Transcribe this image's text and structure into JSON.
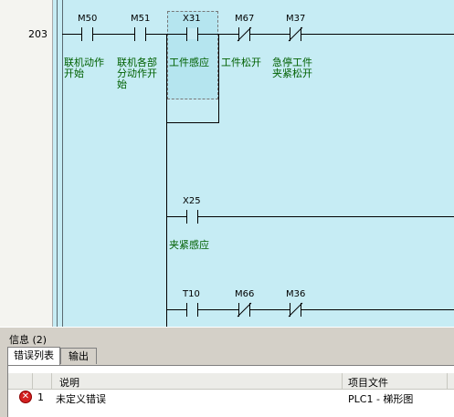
{
  "ladder": {
    "row_number": "203",
    "rung1": {
      "contacts": [
        {
          "address": "M50",
          "type": "no",
          "comment_lines": [
            "联机动作",
            "开始"
          ]
        },
        {
          "address": "M51",
          "type": "no",
          "comment_lines": [
            "联机各部",
            "分动作开",
            "始"
          ]
        },
        {
          "address": "X31",
          "type": "no",
          "comment_lines": [
            "工件感应"
          ]
        },
        {
          "address": "M67",
          "type": "nc",
          "comment_lines": [
            "工件松开"
          ]
        },
        {
          "address": "M37",
          "type": "nc",
          "comment_lines": [
            "急停工件",
            "夹紧松开"
          ]
        }
      ]
    },
    "rung2": {
      "contacts": [
        {
          "address": "X25",
          "type": "no",
          "comment_lines": [
            "夹紧感应"
          ]
        }
      ]
    },
    "rung3": {
      "contacts": [
        {
          "address": "T10",
          "type": "no",
          "comment_lines": []
        },
        {
          "address": "M66",
          "type": "nc",
          "comment_lines": []
        },
        {
          "address": "M36",
          "type": "nc",
          "comment_lines": []
        }
      ]
    }
  },
  "info_panel": {
    "title": "信息 (2)",
    "tabs": [
      {
        "label": "错误列表",
        "active": true
      },
      {
        "label": "输出",
        "active": false
      }
    ],
    "columns": [
      "说明",
      "项目文件"
    ],
    "rows": [
      {
        "index": "1",
        "description": "未定义错误",
        "project_file": "PLC1 - 梯形图",
        "icon": "error-icon"
      }
    ]
  }
}
